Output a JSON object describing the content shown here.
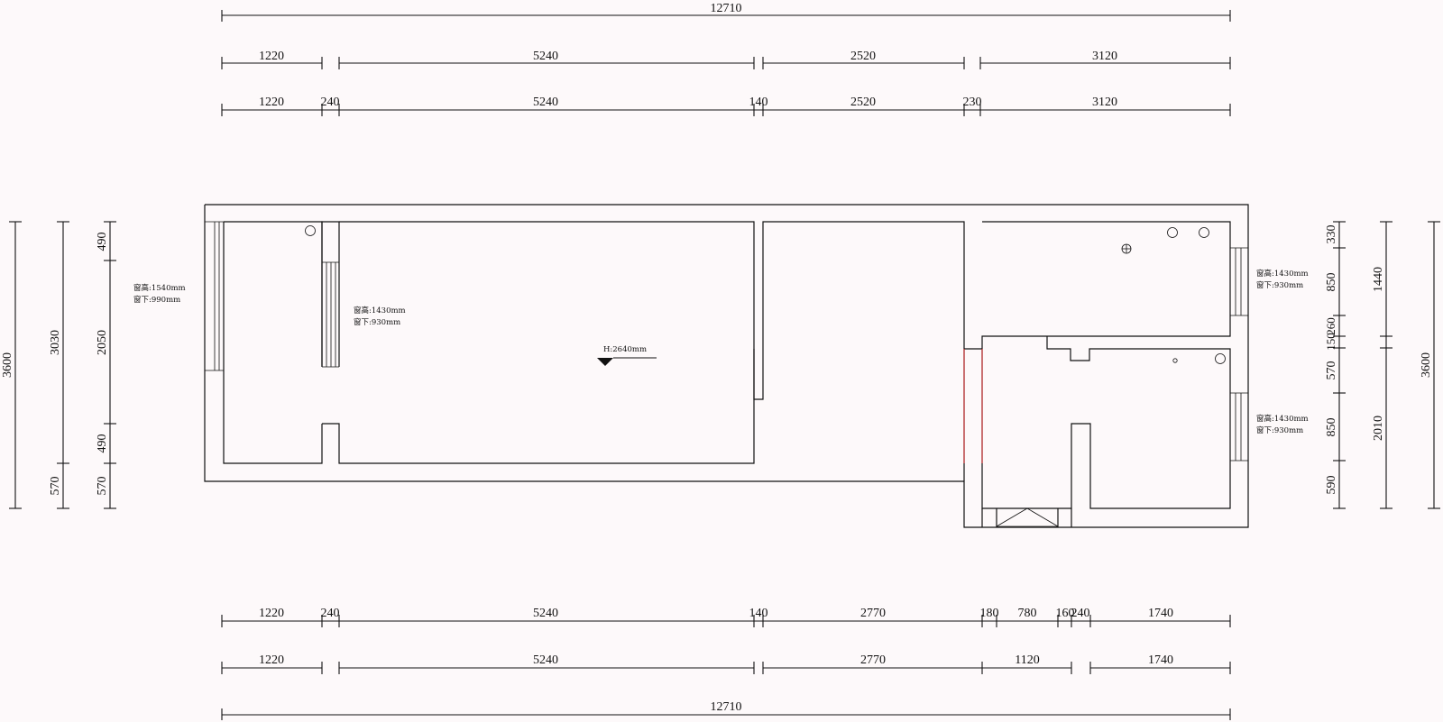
{
  "dimensions": {
    "top_overall": "12710",
    "top_row2": [
      "1220",
      "5240",
      "2520",
      "3120"
    ],
    "top_row3": [
      "1220",
      "240",
      "5240",
      "140",
      "2520",
      "230",
      "3120"
    ],
    "bottom_row1": [
      "1220",
      "240",
      "5240",
      "140",
      "2770",
      "180",
      "780",
      "160",
      "240",
      "1740"
    ],
    "bottom_row2": [
      "1220",
      "5240",
      "2770",
      "1120",
      "1740"
    ],
    "bottom_overall": "12710",
    "left_outer": "3600",
    "left_middle": [
      "3030",
      "570"
    ],
    "left_inner": [
      "490",
      "2050",
      "490",
      "570"
    ],
    "right_inner": [
      "330",
      "850",
      "260",
      "150",
      "570",
      "850",
      "590"
    ],
    "right_middle": [
      "1440",
      "2010"
    ],
    "right_outer": "3600"
  },
  "notes": {
    "left_window_height": "窗高:1540mm",
    "left_window_sill": "窗下:990mm",
    "main_window_height": "窗高:1430mm",
    "main_window_sill": "窗下:930mm",
    "right_top_window_height": "窗高:1430mm",
    "right_top_window_sill": "窗下:930mm",
    "right_bottom_window_height": "窗高:1430mm",
    "right_bottom_window_sill": "窗下:930mm",
    "ceiling_height": "H:2640mm"
  }
}
